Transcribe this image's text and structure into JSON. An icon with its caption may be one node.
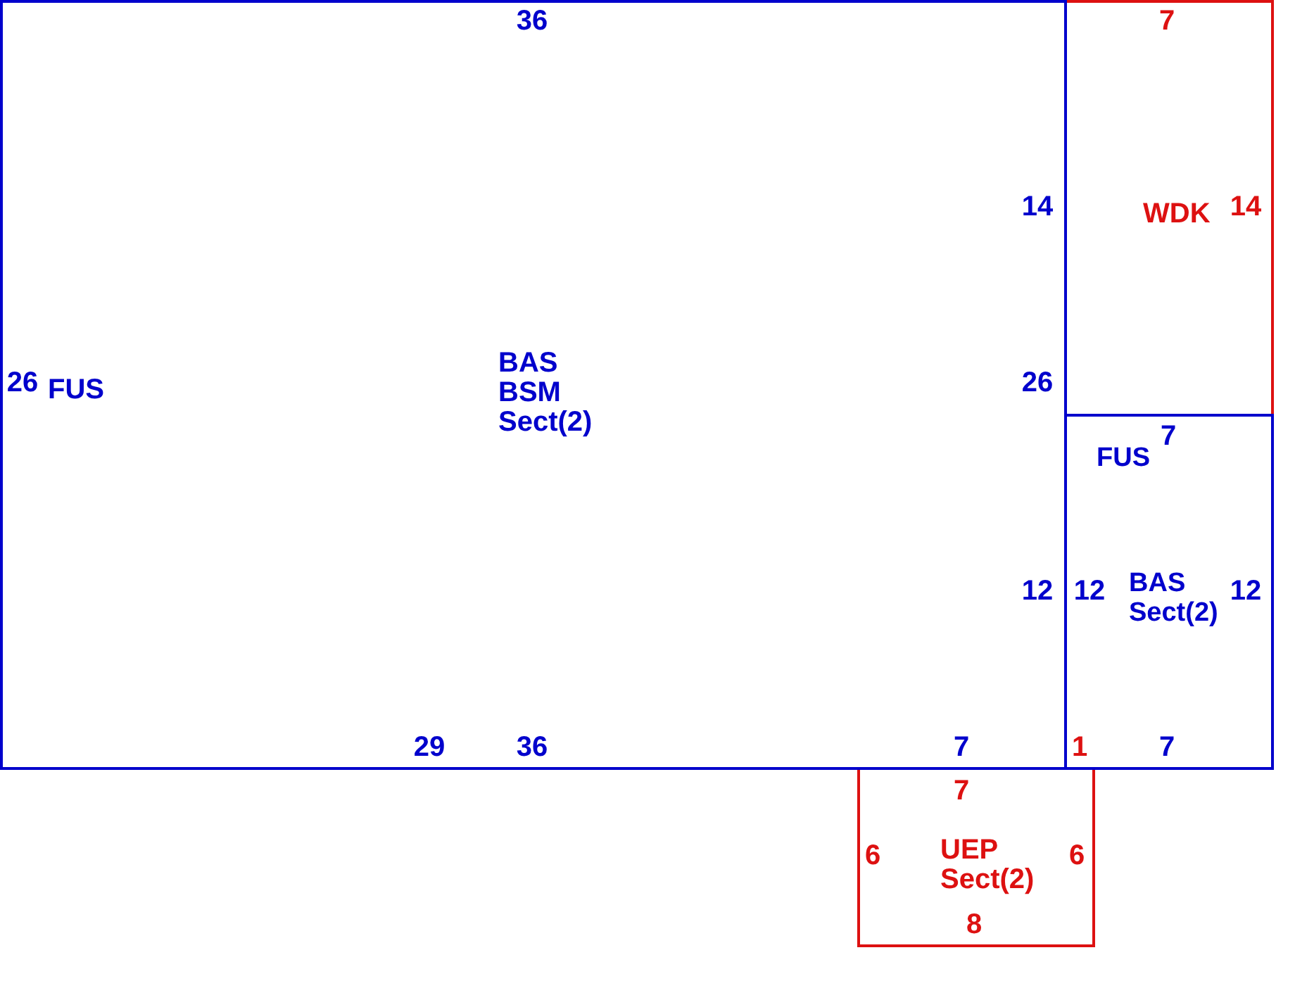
{
  "diagram": {
    "nodes": [
      {
        "text": [
          "FUS",
          "BAS BSM Sect(2)"
        ]
      },
      {
        "text": [
          "WDK"
        ]
      },
      {
        "text": [
          "FUS",
          "BAS Sect(2)"
        ]
      },
      {
        "text": [
          "UEP Sect(2)"
        ]
      }
    ],
    "labels": [
      "36",
      "7",
      "14",
      "14",
      "26",
      "26",
      "7",
      "12",
      "12",
      "12",
      "29",
      "36",
      "7",
      "1",
      "7",
      "7",
      "6",
      "6",
      "8"
    ]
  }
}
